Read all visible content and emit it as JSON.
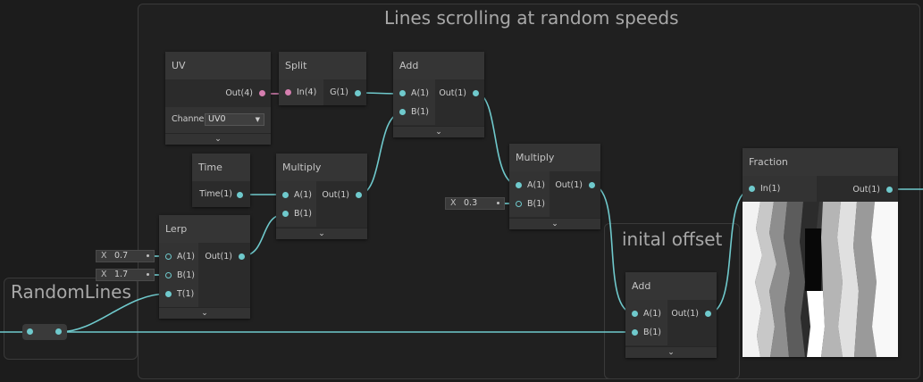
{
  "groups": {
    "main_title": "Lines scrolling at random speeds",
    "random_lines_title": "RandomLines",
    "offset_title": "inital offset"
  },
  "nodes": {
    "uv": {
      "title": "UV",
      "out": "Out(4)",
      "channel_label": "Channe",
      "channel_value": "UV0"
    },
    "split": {
      "title": "Split",
      "in": "In(4)",
      "out": "G(1)"
    },
    "add_top": {
      "title": "Add",
      "in_a": "A(1)",
      "in_b": "B(1)",
      "out": "Out(1)"
    },
    "time": {
      "title": "Time",
      "out": "Time(1)"
    },
    "multiply_mid": {
      "title": "Multiply",
      "in_a": "A(1)",
      "in_b": "B(1)",
      "out": "Out(1)"
    },
    "multiply_right": {
      "title": "Multiply",
      "in_a": "A(1)",
      "in_b": "B(1)",
      "out": "Out(1)",
      "b_inline_label": "X",
      "b_inline_value": "0.3"
    },
    "lerp": {
      "title": "Lerp",
      "in_a": "A(1)",
      "in_b": "B(1)",
      "in_t": "T(1)",
      "out": "Out(1)",
      "a_inline_label": "X",
      "a_inline_value": "0.7",
      "b_inline_label": "X",
      "b_inline_value": "1.7"
    },
    "add_offset": {
      "title": "Add",
      "in_a": "A(1)",
      "in_b": "B(1)",
      "out": "Out(1)"
    },
    "fraction": {
      "title": "Fraction",
      "in": "In(1)",
      "out": "Out(1)"
    }
  },
  "icons": {
    "expand": "chevron-down-icon",
    "dropdown": "triangle-down-icon"
  },
  "colors": {
    "wire": "#6fc9cc",
    "uv_port": "#d67fb0",
    "background": "#1c1c1c"
  }
}
